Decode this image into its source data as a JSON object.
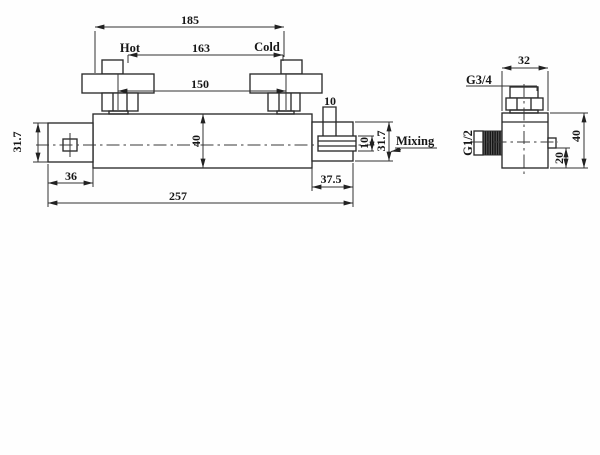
{
  "drawing": {
    "background": "#fefefe",
    "ink_color": "#2b2b2b",
    "front_view": {
      "labels": {
        "hot": "Hot",
        "cold": "Cold",
        "mixing": "Mixing"
      },
      "dims": {
        "overall_top_width": "185",
        "inlet_outer_spacing": "163",
        "inlet_center_spacing": "150",
        "body_height": "40",
        "top_stub_width": "10",
        "outlet_height": "10",
        "left_cap_height": "31.7",
        "right_cap_height": "31.7",
        "left_cap_width": "36",
        "right_cap_width": "37.5",
        "total_length": "257"
      }
    },
    "side_view": {
      "labels": {
        "top_thread": "G3/4",
        "front_thread": "G1/2"
      },
      "dims": {
        "body_depth": "32",
        "outlet_offset": "20",
        "body_height": "40"
      }
    }
  }
}
